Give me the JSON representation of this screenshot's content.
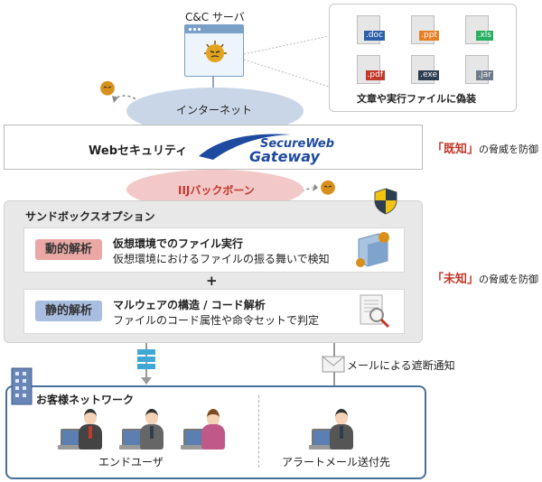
{
  "cc_server": {
    "label": "C&C サーバ"
  },
  "files": {
    "items": [
      ".doc",
      ".ppt",
      ".xls",
      ".pdf",
      ".exe",
      ".jar"
    ],
    "colors": [
      "#2e5fa8",
      "#e67e22",
      "#27ae60",
      "#c0392b",
      "#2c3e50",
      "#6c7a89"
    ],
    "caption": "文章や実行ファイルに偽装"
  },
  "internet": {
    "label": "インターネット"
  },
  "web_security": {
    "label": "Webセキュリティ",
    "logo_line1": "SecureWeb",
    "logo_line2": "Gateway"
  },
  "known_threat": {
    "bracket_open": "「",
    "word": "既知",
    "bracket_close": "」",
    "suffix": "の脅威を防御"
  },
  "backbone": {
    "label": "IIJバックボーン"
  },
  "sandbox": {
    "title": "サンドボックスオプション",
    "dynamic": {
      "badge": "動的解析",
      "line1": "仮想環境でのファイル実行",
      "line2": "仮想環境におけるファイルの振る舞いで検知"
    },
    "plus": "+",
    "static": {
      "badge": "静的解析",
      "line1": "マルウェアの構造 / コード解析",
      "line2": "ファイルのコード属性や命令セットで判定"
    }
  },
  "unknown_threat": {
    "bracket_open": "「",
    "word": "未知",
    "bracket_close": "」",
    "suffix": "の脅威を防御"
  },
  "mail_notice": "メールによる遮断通知",
  "customer_network": {
    "title": "お客様ネットワーク",
    "end_users_label": "エンドユーザ",
    "alert_label": "アラートメール送付先"
  },
  "colors": {
    "accent_red": "#c0392b",
    "network_border": "#4a6f9a",
    "internet_fill": "#c9d6e8",
    "backbone_fill": "#f2c8c8"
  }
}
